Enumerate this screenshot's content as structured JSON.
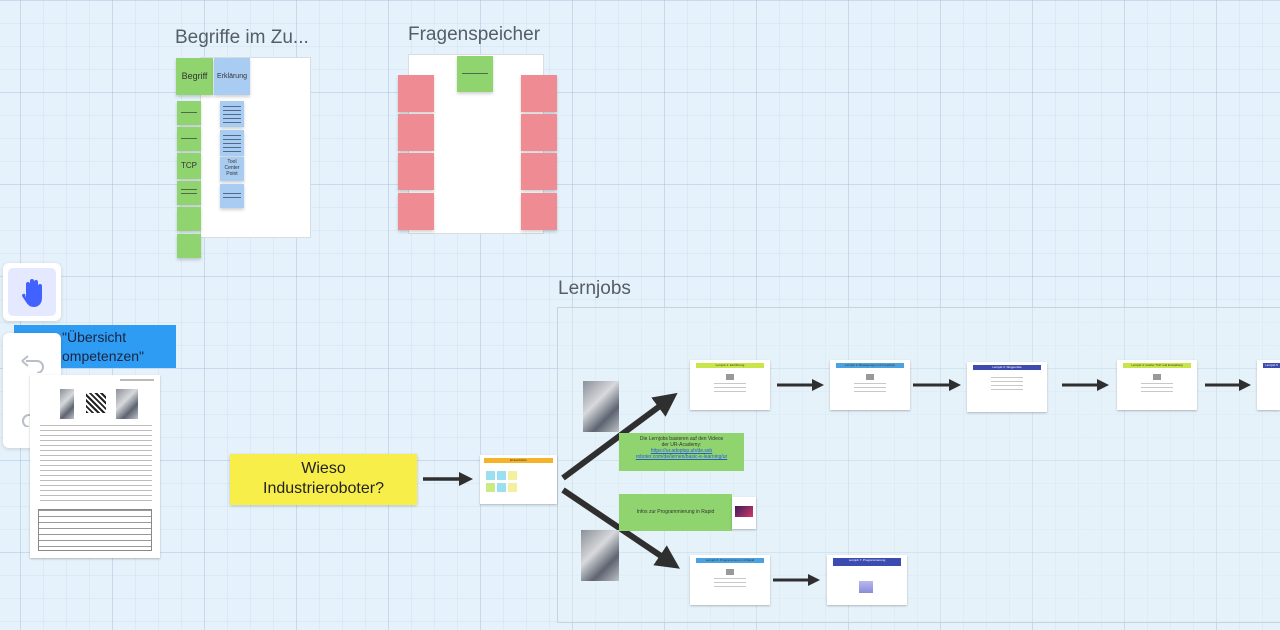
{
  "frames": {
    "begriffe": {
      "title": "Begriffe im Zu...",
      "col_begriff": "Begriff",
      "col_erklaerung": "Erklärung",
      "tcp": "TCP",
      "tcp_explain": "Tool Center Point"
    },
    "fragen": {
      "title": "Fragenspeicher"
    },
    "lernjobs": {
      "title": "Lernjobs"
    }
  },
  "uebersicht": {
    "line1": "\"Übersicht",
    "line2": "ompetenzen\""
  },
  "wieso": {
    "text_line1": "Wieso",
    "text_line2": "Industrieroboter?"
  },
  "lernjobs": {
    "start_card_header": "Einkaufsliste",
    "info_green_1": {
      "line1": "Die Lernjobs basieren auf den Videos",
      "line2": "der UR-Academy:",
      "link1": "https://ur.adoptsp.uh/de.ssb",
      "link2": "roboter.com/de/lernen/basic-e-learning/ur"
    },
    "info_green_2": "Infos zur Programmierung in Rapid",
    "cards": [
      {
        "header": "Lernjob 1: Einführung",
        "color": "#c8e64a"
      },
      {
        "header": "Lernjob 2: Bewegungen mit Freedrive",
        "color": "#4aa3e0"
      },
      {
        "header": "Lernjob 3: Wegpunkte",
        "color": "#3b4bb0"
      },
      {
        "header": "Lernjob 4: Greifer TCP und Einstellung",
        "color": "#c8e64a"
      },
      {
        "header": "Lernjob 5",
        "color": "#3b4bb0"
      },
      {
        "header": "Lernjob 6: Programmieren mit Rapid",
        "color": "#4aa3e0"
      },
      {
        "header": "Lernjob 7: Programmierung",
        "color": "#3b4bb0"
      }
    ]
  },
  "toolbar": {
    "hand_icon": "hand-icon",
    "undo_icon": "undo-icon",
    "redo_icon": "redo-icon"
  },
  "colors": {
    "accent": "#4262ff",
    "yellow": "#f8ee4a",
    "blue_header": "#2f9cf4"
  }
}
